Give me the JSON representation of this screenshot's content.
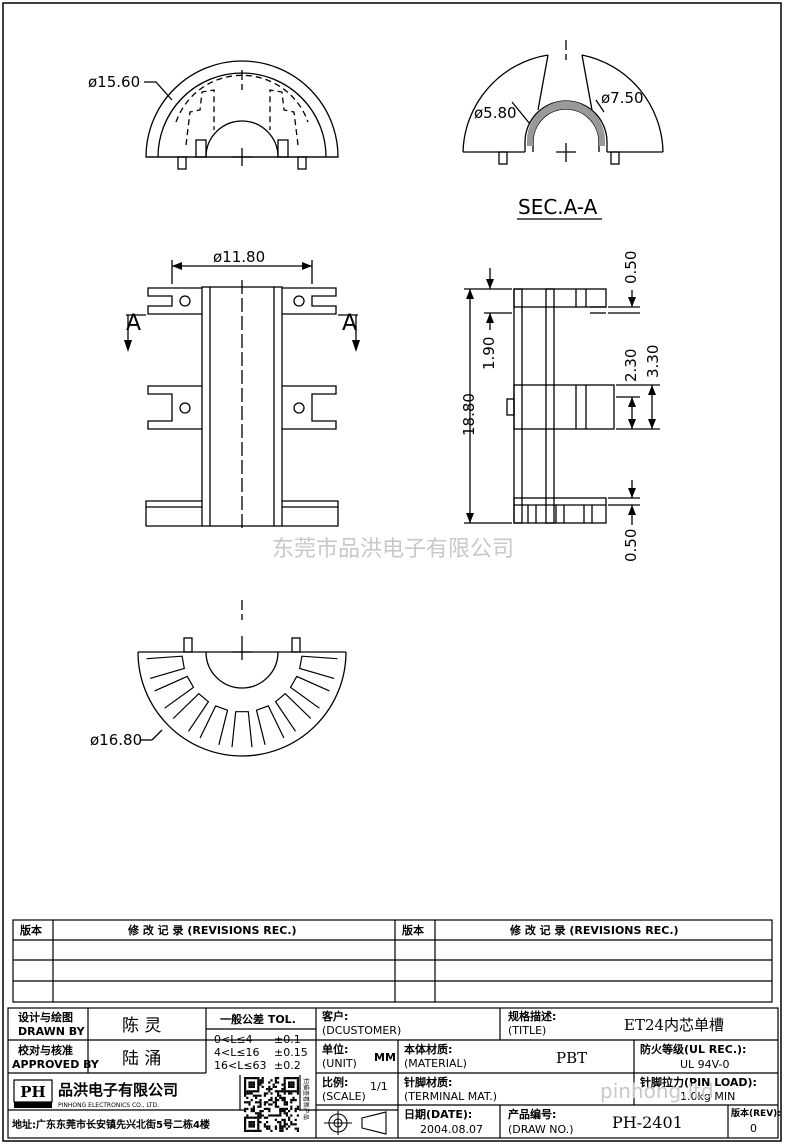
{
  "drawing": {
    "top_view": {
      "dia_label": "ø15.60"
    },
    "section_view": {
      "dia_inner": "ø5.80",
      "dia_outer": "ø7.50",
      "title": "SEC.A-A"
    },
    "front_view": {
      "dia_label": "ø11.80",
      "section_mark_left": "A",
      "section_mark_right": "A"
    },
    "side_view": {
      "dim_top": "0.50",
      "dim_190": "1.90",
      "dim_230": "2.30",
      "dim_330": "3.30",
      "dim_total": "18.80",
      "dim_bottom": "0.50"
    },
    "bottom_view": {
      "dia_label": "ø16.80"
    },
    "watermark": "东莞市品洪电子有限公司",
    "watermark2": "pinhong.ltd"
  },
  "revisions": {
    "col_version": "版本",
    "col_record": "修 改 记 录 (REVISIONS REC.)",
    "col_version2": "版本",
    "col_record2": "修 改 记 录 (REVISIONS REC.)"
  },
  "title_block": {
    "designed_label_cn": "设计与绘图",
    "designed_label_en": "DRAWN BY",
    "designed_value": "陈 灵",
    "approved_label_cn": "校对与核准",
    "approved_label_en": "APPROVED BY",
    "approved_value": "陆 涌",
    "tol_title": "一般公差 TOL.",
    "tol_rows": [
      {
        "range": "0<L≤4",
        "value": "±0.1"
      },
      {
        "range": "4<L≤16",
        "value": "±0.15"
      },
      {
        "range": "16<L≤63",
        "value": "±0.2"
      }
    ],
    "customer_label": "客户:",
    "customer_label_en": "(DCUSTOMER)",
    "title_label": "规格描述:",
    "title_label_en": "(TITLE)",
    "title_value": "ET24内芯单槽",
    "unit_label": "单位:",
    "unit_label_en": "(UNIT)",
    "unit_value": "MM",
    "material_label": "本体材质:",
    "material_label_en": "(MATERIAL)",
    "material_value": "PBT",
    "fire_label": "防火等级(UL REC.):",
    "fire_value": "UL 94V-0",
    "scale_label": "比例:",
    "scale_label_en": "(SCALE)",
    "scale_value": "1/1",
    "terminal_label": "针脚材质:",
    "terminal_label_en": "(TERMINAL MAT.)",
    "pinload_label": "针脚拉力(PIN LOAD):",
    "pinload_value": "1.0kg MIN",
    "date_label": "日期(DATE):",
    "date_value": "2004.08.07",
    "drawno_label": "产品编号:",
    "drawno_label_en": "(DRAW NO.)",
    "drawno_value": "PH-2401",
    "rev_label": "版本(REV):",
    "rev_value": "0",
    "company_cn": "品洪电子有限公司",
    "company_en": "PINHONG ELECTRONICS CO., LTD.",
    "logo_text": "PH",
    "address": "地址:广东东莞市长安镇先兴北街5号二栋4楼",
    "qr_caption": "扫描查看新产品"
  }
}
